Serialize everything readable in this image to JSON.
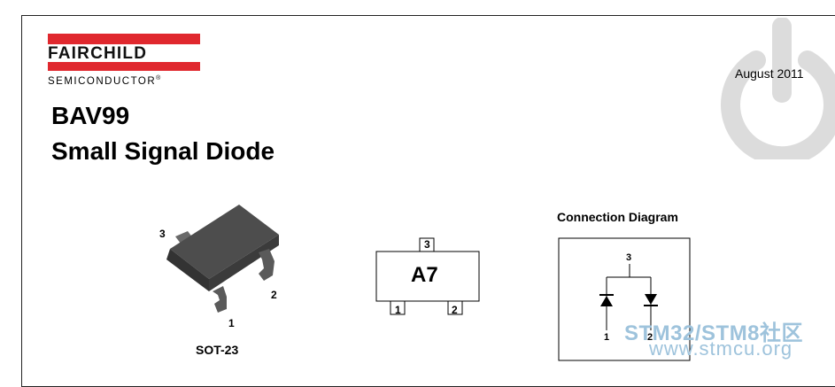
{
  "header": {
    "brand": "FAIRCHILD",
    "sub_brand": "SEMICONDUCTOR",
    "registered": "®",
    "date": "August 2011"
  },
  "title": {
    "part": "BAV99",
    "description": "Small Signal Diode"
  },
  "package": {
    "name": "SOT-23",
    "pins": [
      "1",
      "2",
      "3"
    ]
  },
  "marking": {
    "code": "A7",
    "pins": [
      "1",
      "2",
      "3"
    ]
  },
  "connection": {
    "title": "Connection Diagram",
    "pins": [
      "1",
      "2",
      "3"
    ]
  },
  "watermark": {
    "line1": "STM32/STM8社区",
    "line2": "www.stmcu.org"
  },
  "colors": {
    "brand_red": "#e0282e",
    "watermark": "#9ec3dc"
  }
}
